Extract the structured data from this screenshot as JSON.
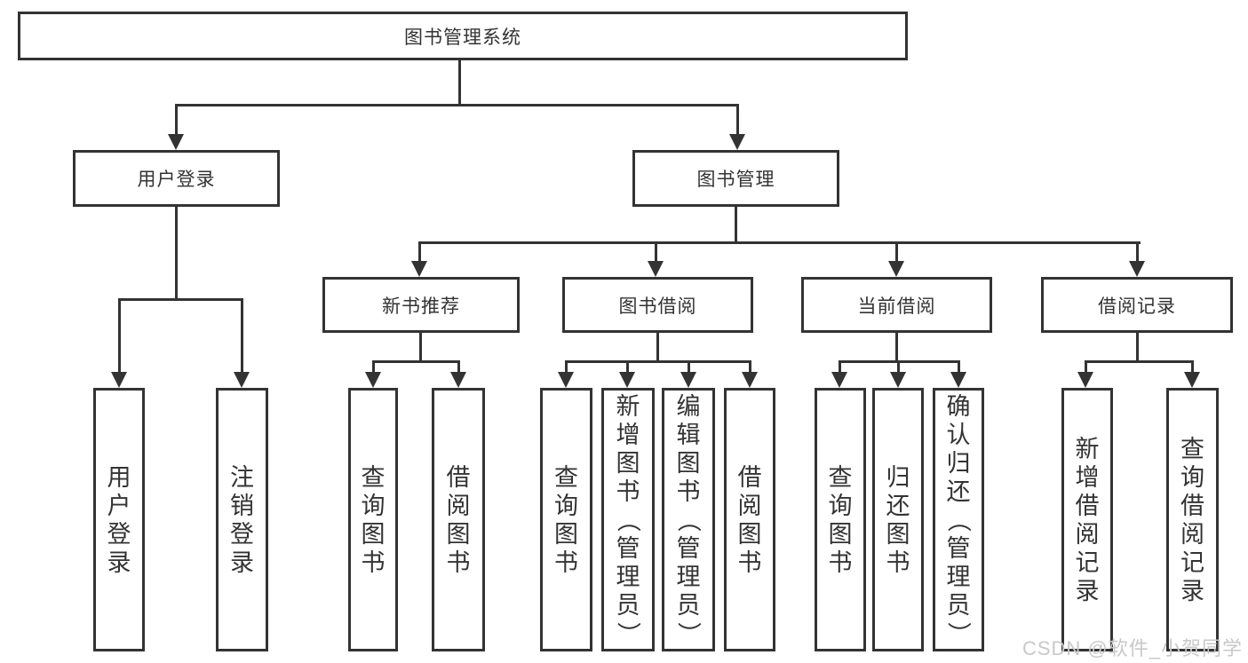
{
  "diagram": {
    "title": "图书管理系统",
    "type": "hierarchy-tree",
    "tree": {
      "label": "图书管理系统",
      "children": [
        {
          "label": "用户登录",
          "children": [
            {
              "label": "用户登录"
            },
            {
              "label": "注销登录"
            }
          ]
        },
        {
          "label": "图书管理",
          "children": [
            {
              "label": "新书推荐",
              "children": [
                {
                  "label": "查询图书"
                },
                {
                  "label": "借阅图书"
                }
              ]
            },
            {
              "label": "图书借阅",
              "children": [
                {
                  "label": "查询图书"
                },
                {
                  "label": "新增图书（管理员）"
                },
                {
                  "label": "编辑图书（管理员）"
                },
                {
                  "label": "借阅图书"
                }
              ]
            },
            {
              "label": "当前借阅",
              "children": [
                {
                  "label": "查询图书"
                },
                {
                  "label": "归还图书"
                },
                {
                  "label": "确认归还（管理员）"
                }
              ]
            },
            {
              "label": "借阅记录",
              "children": [
                {
                  "label": "新增借阅记录"
                },
                {
                  "label": "查询借阅记录"
                }
              ]
            }
          ]
        }
      ]
    },
    "watermark": "CSDN @软件_小贺同学",
    "colors": {
      "line": "#333333",
      "text": "#333333",
      "box_background": "#ffffff",
      "watermark": "#c8c8c8",
      "background": "#ffffff"
    }
  }
}
